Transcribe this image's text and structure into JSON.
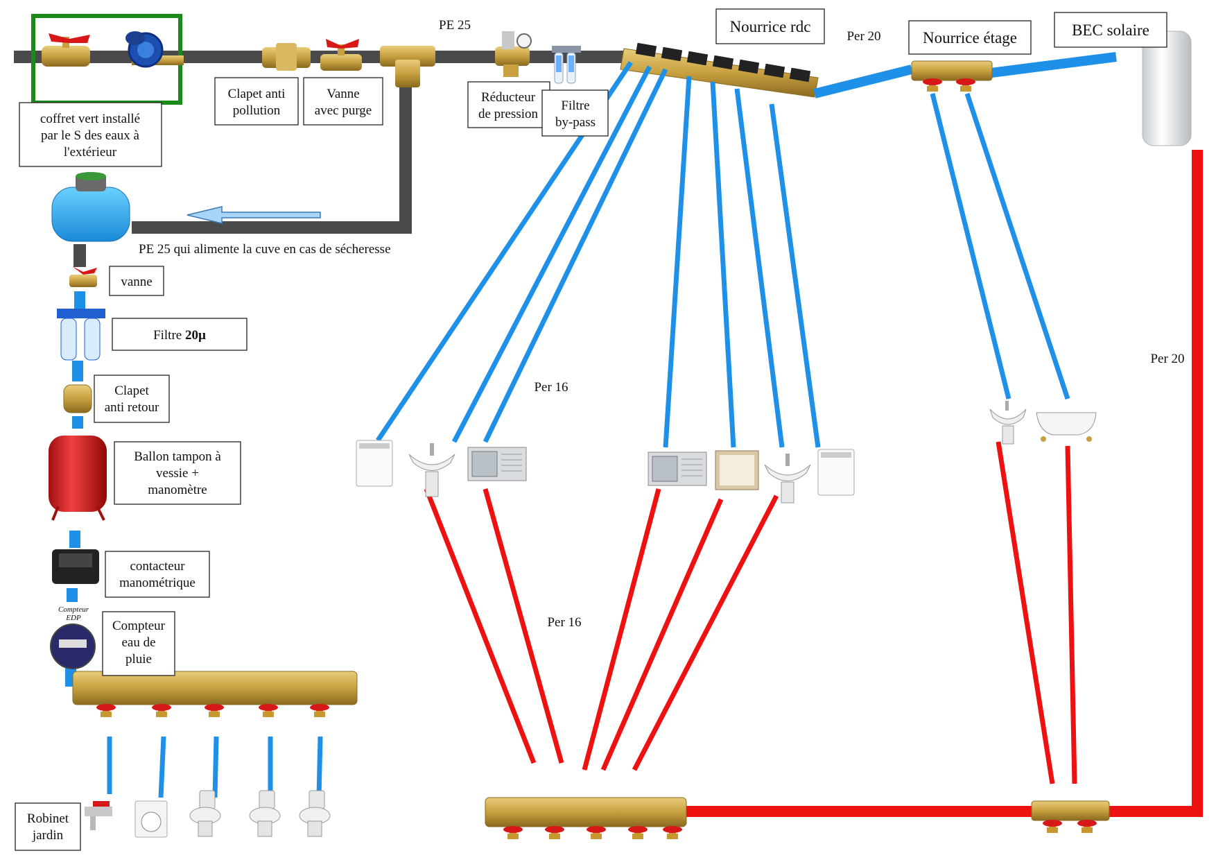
{
  "labels": {
    "coffret": [
      "coffret vert installé",
      "par le S des eaux à",
      "l'extérieur"
    ],
    "clapet_anti_pollution": [
      "Clapet anti",
      "pollution"
    ],
    "vanne_purge": [
      "Vanne",
      "avec purge"
    ],
    "pe25_top": "PE 25",
    "reducteur": [
      "Réducteur",
      "de pression"
    ],
    "filtre_bypass": [
      "Filtre",
      "by-pass"
    ],
    "nourrice_rdc": "Nourrice rdc",
    "per20_top": "Per 20",
    "nourrice_etage": "Nourrice étage",
    "bec_solaire": "BEC solaire",
    "pe25_cuve": "PE 25 qui alimente la cuve en cas de sécheresse",
    "vanne": "vanne",
    "filtre20": "Filtre ",
    "filtre20_bold": "20µ",
    "clapet_retour": [
      "Clapet",
      "anti retour"
    ],
    "ballon": [
      "Ballon tampon à",
      "vessie +",
      "manomètre"
    ],
    "contacteur": [
      "contacteur",
      "manométrique"
    ],
    "compteur_pluie": [
      "Compteur",
      "eau de",
      "pluie"
    ],
    "compteur_edp": [
      "Compteur",
      "EDP"
    ],
    "robinet_jardin": [
      "Robinet",
      "jardin"
    ],
    "per16_blue": "Per 16",
    "per16_red": "Per 16",
    "per20_right": "Per 20"
  },
  "colors": {
    "cold_pipe": "#1e90e8",
    "hot_pipe": "#ee1111",
    "main_pipe": "#4a4a4a",
    "coffret_border": "#1a8a1a",
    "brass": "#c8a040",
    "valve_red": "#d81818"
  },
  "icons": {
    "coffret": [
      "ball-valve-icon",
      "water-meter-icon"
    ],
    "tank": "rainwater-tank-icon",
    "appliances_rdc": [
      "dishwasher-icon",
      "washbasin-icon",
      "kitchen-sink-icon",
      "kitchen-sink-icon",
      "shower-tray-icon",
      "washbasin-icon",
      "dishwasher-icon"
    ],
    "appliances_etage": [
      "washbasin-icon",
      "bathtub-icon"
    ],
    "appliances_garden": [
      "garden-tap-icon",
      "washing-machine-icon",
      "toilet-icon",
      "toilet-icon",
      "toilet-icon"
    ]
  }
}
